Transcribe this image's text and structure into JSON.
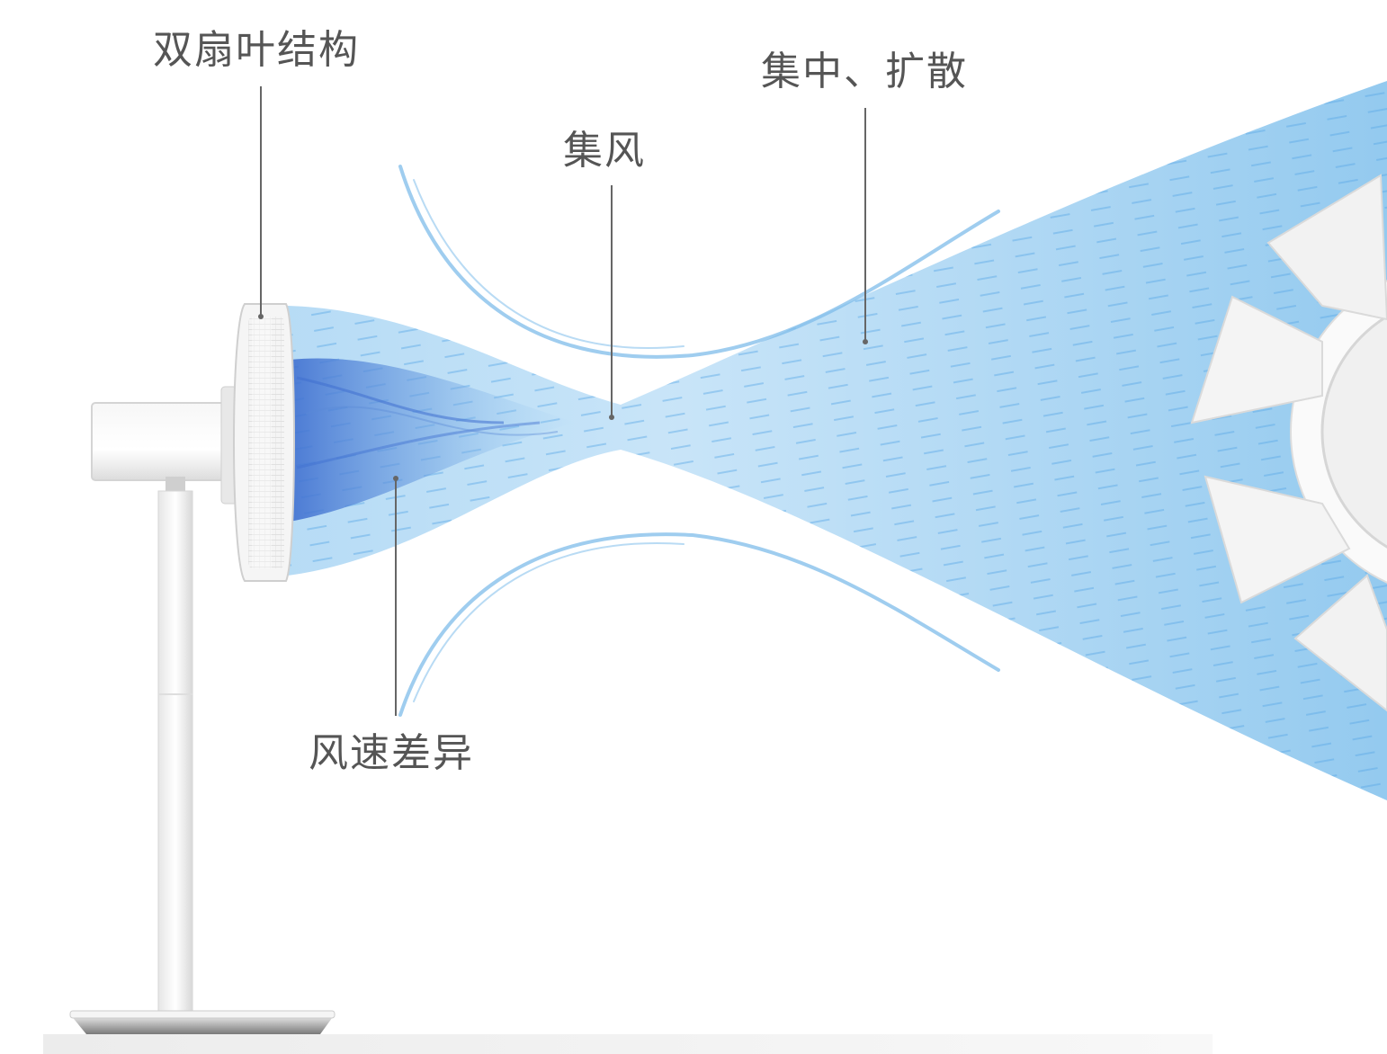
{
  "colors": {
    "label_text": "#555555",
    "leader_line": "#666666",
    "airflow_light": "#bfe0f7",
    "airflow_mid": "#8ec7ee",
    "airflow_deep": "#3f6fd0",
    "fan_body": "#f3f3f3",
    "fan_shadow": "#d0d0d0"
  },
  "callouts": {
    "dual_blade": "双扇叶结构",
    "concentrated": "集风",
    "focus_diffuse": "集中、扩散",
    "speed_diff": "风速差异"
  },
  "icons": {
    "fan": "standing-fan-icon",
    "blades": "fan-blade-icon"
  }
}
